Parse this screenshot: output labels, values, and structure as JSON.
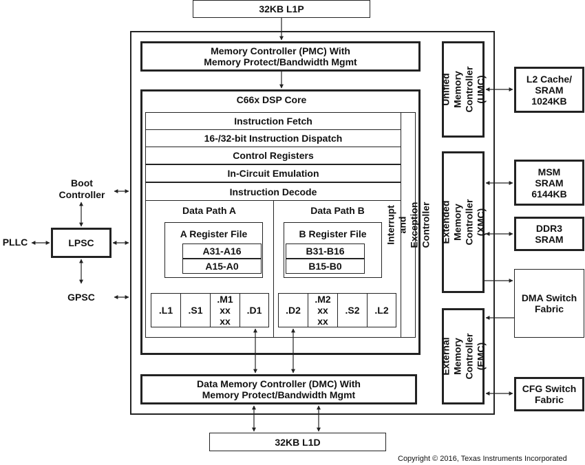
{
  "blocks": {
    "l1p": "32KB L1P",
    "pmc": "Memory Controller (PMC) With\nMemory Protect/Bandwidth Mgmt",
    "dsp_core": "C66x DSP Core",
    "instruction_fetch": "Instruction Fetch",
    "instruction_dispatch": "16-/32-bit Instruction Dispatch",
    "control_registers": "Control Registers",
    "in_circuit_emulation": "In-Circuit Emulation",
    "instruction_decode": "Instruction Decode",
    "data_path_a": "Data Path A",
    "data_path_b": "Data Path B",
    "a_register_file": "A Register File",
    "a_regs_high": "A31-A16",
    "a_regs_low": "A15-A0",
    "b_register_file": "B Register File",
    "b_regs_high": "B31-B16",
    "b_regs_low": "B15-B0",
    "units_a": [
      ".L1",
      ".S1",
      ".M1\nxx\nxx",
      ".D1"
    ],
    "units_b": [
      ".D2",
      ".M2\nxx\nxx",
      ".S2",
      ".L2"
    ],
    "interrupt_controller": "Interrupt and Exception Controller",
    "dmc": "Data Memory Controller (DMC) With\nMemory Protect/Bandwidth Mgmt",
    "l1d": "32KB L1D",
    "umc": "Unified Memory\nController (UMC)",
    "xmc": "Extended Memory\nController (XMC)",
    "emc": "External Memory\nController (EMC)",
    "l2_cache": "L2 Cache/\nSRAM\n1024KB",
    "msm_sram": "MSM\nSRAM\n6144KB",
    "ddr3_sram": "DDR3\nSRAM",
    "dma_switch": "DMA Switch\nFabric",
    "cfg_switch": "CFG Switch\nFabric",
    "boot_controller": "Boot\nController",
    "lpsc": "LPSC",
    "pllc": "PLLC",
    "gpsc": "GPSC"
  },
  "copyright": "Copyright © 2016, Texas Instruments Incorporated"
}
